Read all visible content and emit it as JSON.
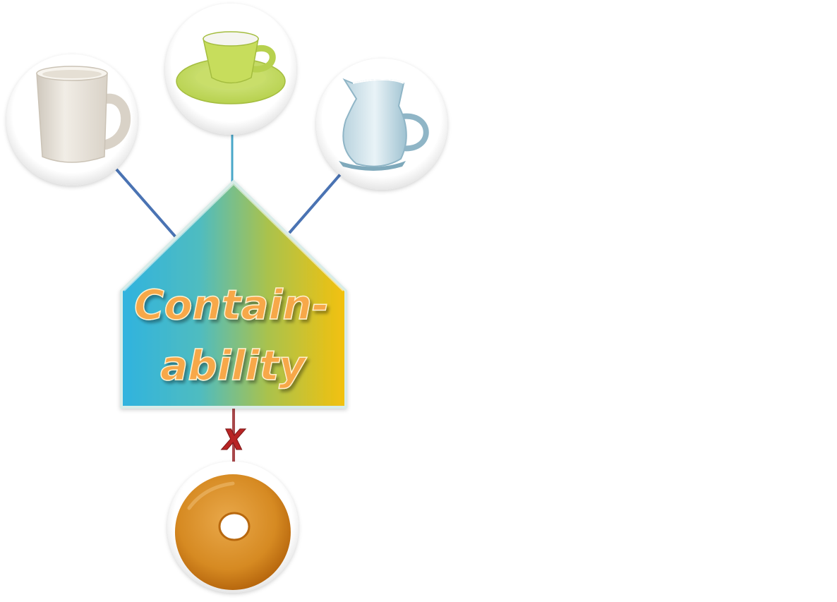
{
  "diagram": {
    "concept": {
      "line1": "Contain-",
      "line2": "ability",
      "gradient": [
        "#2fb3df",
        "#6fc19a",
        "#c9c52c",
        "#f4c10d"
      ],
      "text_fill": "#f7a84a",
      "text_stroke": "#ffe6b0"
    },
    "objects": [
      {
        "name": "mug",
        "icon": "mug-icon",
        "connected": true
      },
      {
        "name": "espresso-cup",
        "icon": "espresso-cup-icon",
        "connected": true
      },
      {
        "name": "pitcher",
        "icon": "pitcher-icon",
        "connected": true
      },
      {
        "name": "donut",
        "icon": "donut-icon",
        "connected": false
      }
    ],
    "negative_mark": "X",
    "colors": {
      "positive_link": "#4a73b3",
      "negative_link": "#a8474a",
      "negative_mark": "#b82525"
    }
  }
}
